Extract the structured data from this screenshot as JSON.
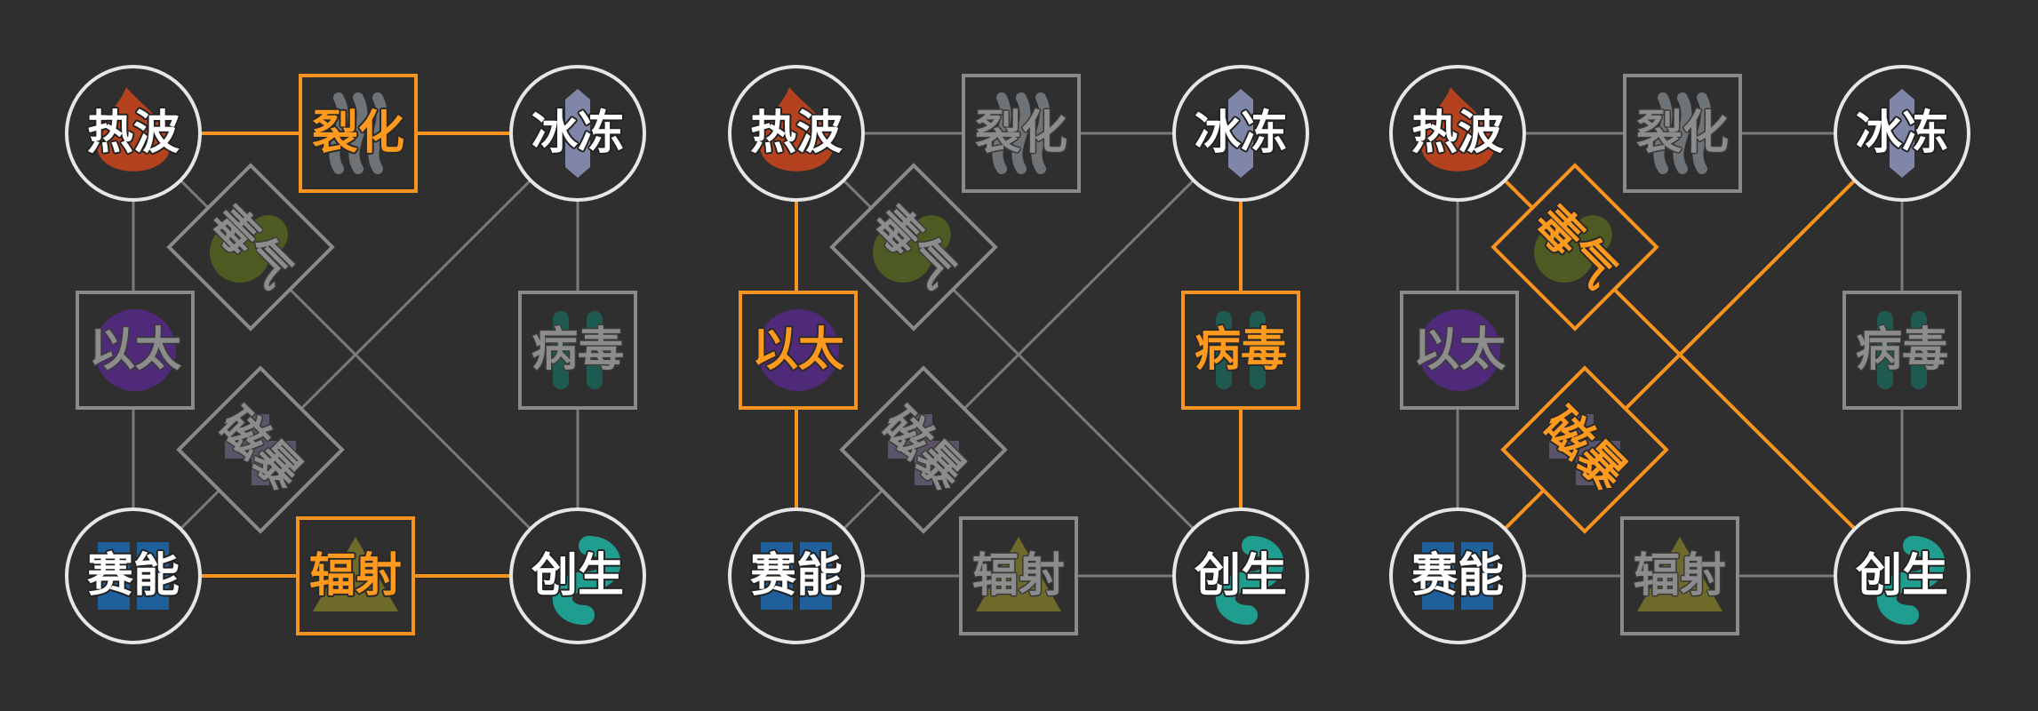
{
  "colors": {
    "background": "#2f2f2f",
    "line_inactive": "#7a7a7a",
    "line_active": "#f7931e",
    "node_ring": "#e6e6e6",
    "box_inactive": "#8a8a8a",
    "box_active": "#f7931e"
  },
  "elements": {
    "heatwave": {
      "label": "热波",
      "icon": "flame-icon"
    },
    "freeze": {
      "label": "冰冻",
      "icon": "ice-crystal-icon"
    },
    "psi": {
      "label": "赛能",
      "icon": "psi-bars-icon"
    },
    "genesis": {
      "label": "创生",
      "icon": "genesis-swirl-icon"
    }
  },
  "reactions": {
    "fission": {
      "label": "裂化",
      "icon": "smoke-icon"
    },
    "toxin": {
      "label": "毒气",
      "icon": "toxin-cloud-icon"
    },
    "ether": {
      "label": "以太",
      "icon": "ether-orb-icon"
    },
    "virus": {
      "label": "病毒",
      "icon": "virus-icon"
    },
    "magstorm": {
      "label": "磁暴",
      "icon": "magnet-icon"
    },
    "radiation": {
      "label": "辐射",
      "icon": "radiation-triangle-icon"
    }
  },
  "panels": [
    {
      "name": "panel-horizontal-pairs",
      "active_reactions": [
        "fission",
        "radiation"
      ]
    },
    {
      "name": "panel-vertical-pairs",
      "active_reactions": [
        "ether",
        "virus"
      ]
    },
    {
      "name": "panel-diagonal-pairs",
      "active_reactions": [
        "toxin",
        "magstorm"
      ]
    }
  ]
}
